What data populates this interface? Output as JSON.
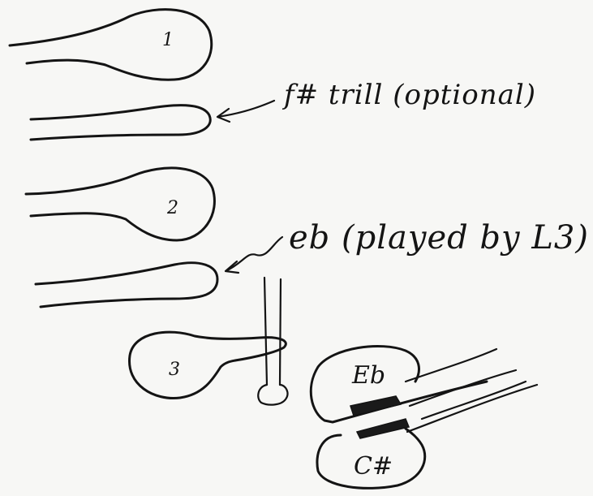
{
  "keys": {
    "key_1": "1",
    "key_2": "2",
    "key_3": "3",
    "key_eb": "Eb",
    "key_csharp": "C#"
  },
  "annotations": {
    "f_sharp_trill": "f# trill (optional)",
    "eb_played_by_l3": "eb (played by L3)"
  },
  "colors": {
    "ink": "#141414",
    "paper": "#f7f7f5"
  }
}
